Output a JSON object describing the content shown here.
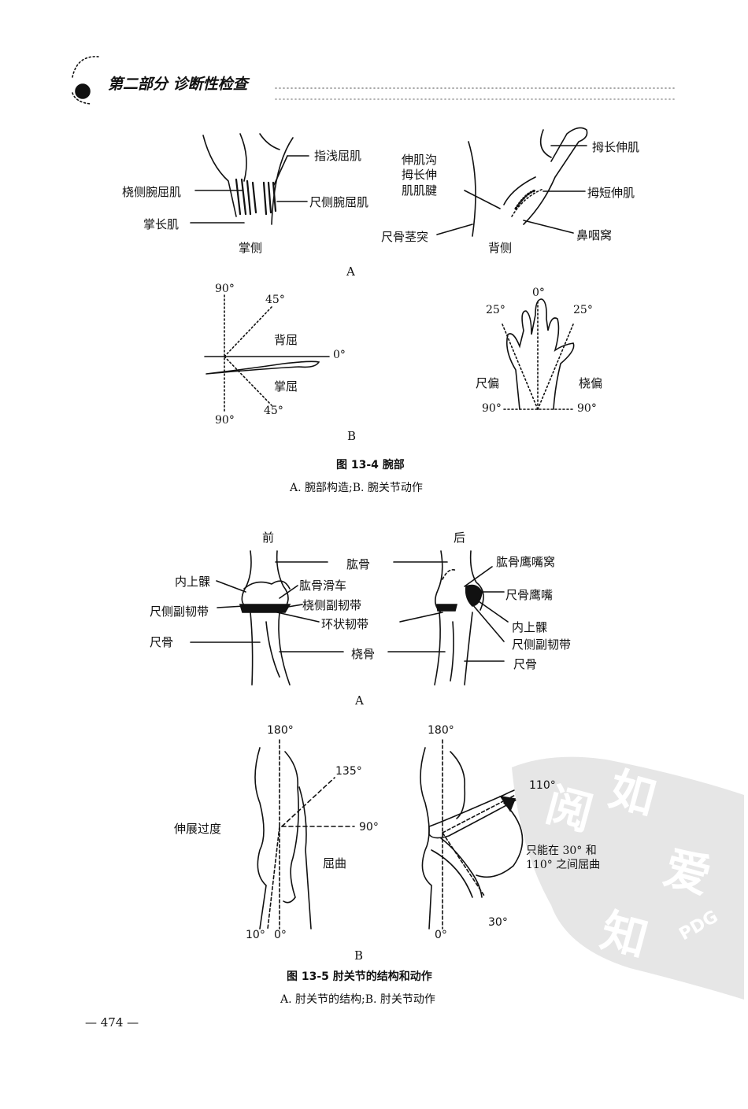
{
  "header": {
    "title": "第二部分  诊断性检查"
  },
  "fig4": {
    "a_labels": {
      "zhiqian": "指浅屈肌",
      "raoce_wan": "桡侧腕屈肌",
      "chice_wan": "尺侧腕屈肌",
      "zhangchang": "掌长肌",
      "zhangce": "掌侧",
      "shenjigou_1": "伸肌沟",
      "shenjigou_2": "拇长伸",
      "shenjigou_3": "肌肌腱",
      "muchang_shen": "拇长伸肌",
      "muduan_shen": "拇短伸肌",
      "chigu_jing": "尺骨茎突",
      "beice": "背侧",
      "biyanwo": "鼻咽窝"
    },
    "panel_a": "A",
    "b_labels": {
      "deg90_top": "90°",
      "deg45_top": "45°",
      "beiqu": "背屈",
      "deg0": "0°",
      "zhangqu": "掌屈",
      "deg45_bot": "45°",
      "deg90_bot": "90°",
      "r_deg0": "0°",
      "r_deg25_l": "25°",
      "r_deg25_r": "25°",
      "chipian": "尺偏",
      "raopian": "桡偏",
      "r_deg90_l": "90°",
      "r_deg90_r": "90°"
    },
    "panel_b": "B",
    "caption": "图 13-4    腕部",
    "subcaption": "A. 腕部构造;B. 腕关节动作"
  },
  "fig5": {
    "a_labels": {
      "qian": "前",
      "hou": "后",
      "neishangke_l": "内上髁",
      "honggu": "肱骨",
      "honggu_huache": "肱骨滑车",
      "honggu_yingzuiwo": "肱骨鹰嘴窝",
      "chice_furen_l": "尺侧副韧带",
      "raoce_furen": "桡侧副韧带",
      "chigu_yingzui": "尺骨鹰嘴",
      "huanzhuang": "环状韧带",
      "neishangke_r": "内上髁",
      "chice_furen_r": "尺侧副韧带",
      "chigu_l": "尺骨",
      "raogu": "桡骨",
      "chigu_r": "尺骨"
    },
    "panel_a": "A",
    "b_labels": {
      "l_180": "180°",
      "l_135": "135°",
      "l_90": "90°",
      "shenzhan": "伸展过度",
      "quqv": "屈曲",
      "l_10": "10°",
      "l_0": "0°",
      "r_180": "180°",
      "r_110": "110°",
      "r_note1": "只能在 30° 和",
      "r_note2": "110° 之间屈曲",
      "r_0": "0°",
      "r_30": "30°"
    },
    "panel_b": "B",
    "caption": "图 13-5    肘关节的结构和动作",
    "subcaption": "A. 肘关节的结构;B. 肘关节动作"
  },
  "footer": {
    "page_number": "— 474 —"
  },
  "watermark": {
    "text": "PDG"
  }
}
